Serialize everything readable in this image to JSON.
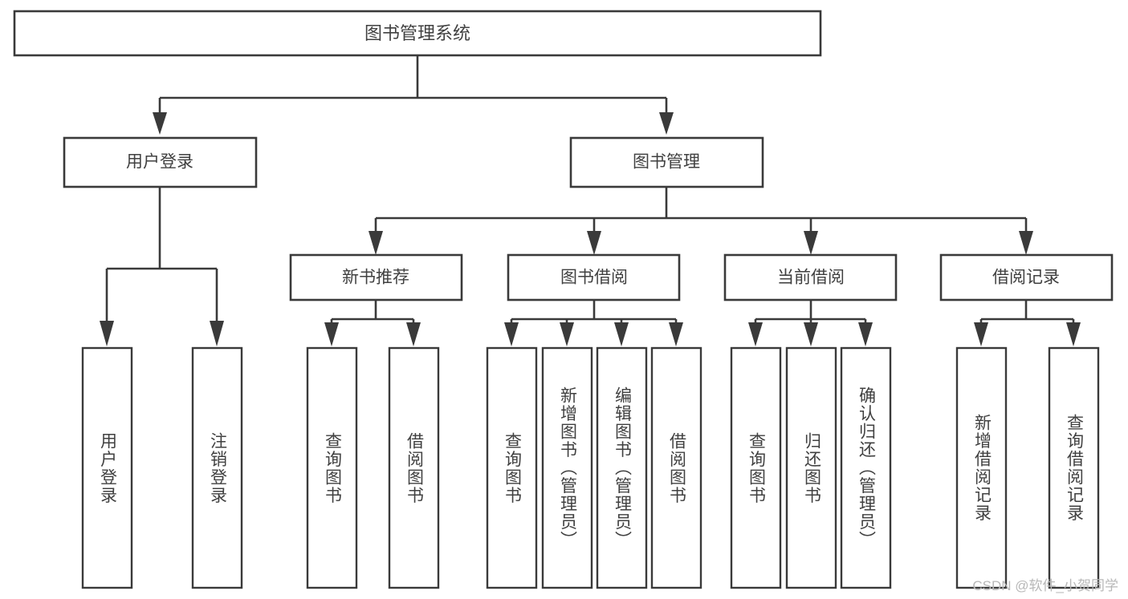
{
  "diagram": {
    "type": "tree",
    "title": "图书管理系统",
    "root": {
      "id": "root",
      "label": "图书管理系统"
    },
    "level1": [
      {
        "id": "user-login",
        "label": "用户登录"
      },
      {
        "id": "book-manage",
        "label": "图书管理"
      }
    ],
    "level2": [
      {
        "id": "new-book-recommend",
        "label": "新书推荐",
        "parent": "book-manage"
      },
      {
        "id": "book-borrow",
        "label": "图书借阅",
        "parent": "book-manage"
      },
      {
        "id": "current-borrow",
        "label": "当前借阅",
        "parent": "book-manage"
      },
      {
        "id": "borrow-record",
        "label": "借阅记录",
        "parent": "book-manage"
      }
    ],
    "leaves": [
      {
        "id": "leaf-user-login",
        "label": "用户登录",
        "parent": "user-login"
      },
      {
        "id": "leaf-logout-login",
        "label": "注销登录",
        "parent": "user-login"
      },
      {
        "id": "leaf-query-book-1",
        "label": "查询图书",
        "parent": "new-book-recommend"
      },
      {
        "id": "leaf-borrow-book-1",
        "label": "借阅图书",
        "parent": "new-book-recommend"
      },
      {
        "id": "leaf-query-book-2",
        "label": "查询图书",
        "parent": "book-borrow"
      },
      {
        "id": "leaf-add-book",
        "label": "新增图书（管理员）",
        "parent": "book-borrow"
      },
      {
        "id": "leaf-edit-book",
        "label": "编辑图书（管理员）",
        "parent": "book-borrow"
      },
      {
        "id": "leaf-borrow-book-2",
        "label": "借阅图书",
        "parent": "book-borrow"
      },
      {
        "id": "leaf-query-book-3",
        "label": "查询图书",
        "parent": "current-borrow"
      },
      {
        "id": "leaf-return-book",
        "label": "归还图书",
        "parent": "current-borrow"
      },
      {
        "id": "leaf-confirm-return",
        "label": "确认归还（管理员）",
        "parent": "current-borrow"
      },
      {
        "id": "leaf-add-record",
        "label": "新增借阅记录",
        "parent": "borrow-record"
      },
      {
        "id": "leaf-query-record",
        "label": "查询借阅记录",
        "parent": "borrow-record"
      }
    ],
    "colors": {
      "stroke": "#3a3a3a",
      "text": "#404040",
      "background": "#ffffff",
      "watermark": "#b8b8b8"
    }
  },
  "watermark": {
    "text": "CSDN @软件_小贺同学"
  }
}
